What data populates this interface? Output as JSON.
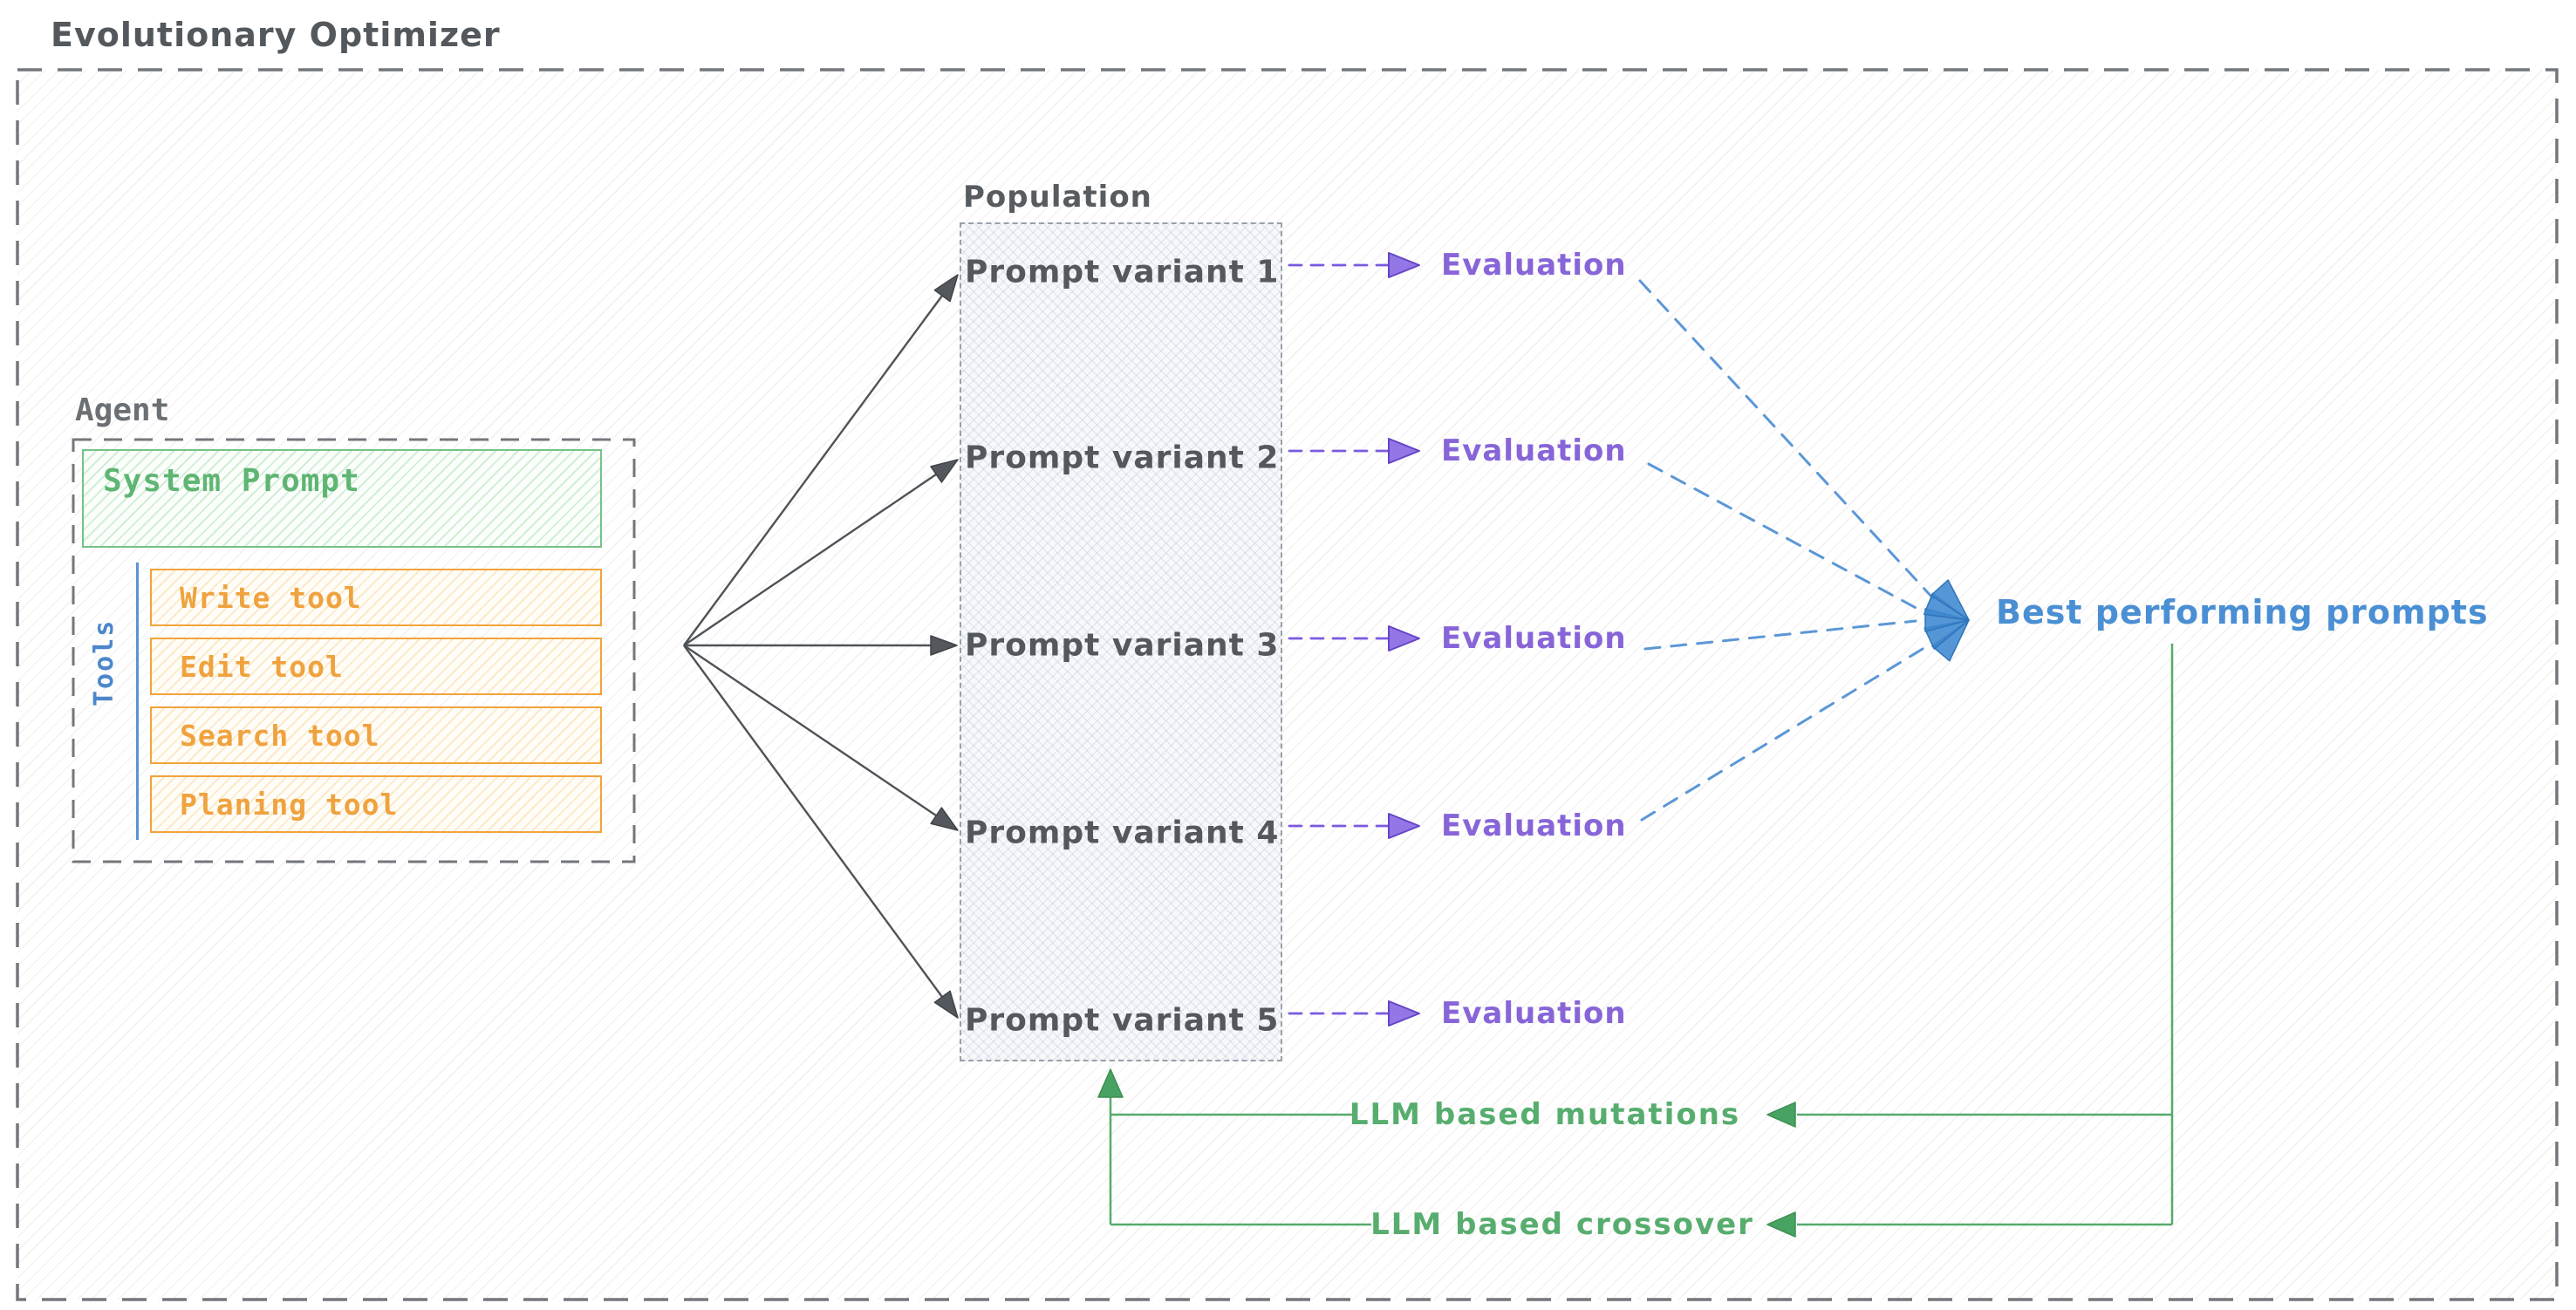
{
  "title": "Evolutionary Optimizer",
  "colors": {
    "text_gray": "#54585d",
    "label_gray": "#6b7075",
    "border_gray": "#73777c",
    "connector_gray": "#4e5358",
    "green_line": "#55ab6b",
    "green_text": "#57ad6e",
    "system_prompt_green": "#5fb573",
    "orange": "#efa23e",
    "tools_blue": "#4c87ca",
    "purple_text": "#8765d8",
    "purple_arrow": "#7b59e0",
    "blue_text": "#4a8fd3",
    "blue_dash_line": "#5b97d6"
  },
  "agent": {
    "label": "Agent",
    "system_prompt_label": "System Prompt",
    "tools_group_label": "Tools",
    "tools": [
      "Write tool",
      "Edit tool",
      "Search tool",
      "Planing tool"
    ]
  },
  "population": {
    "label": "Population",
    "variants": [
      "Prompt variant 1",
      "Prompt variant 2",
      "Prompt variant 3",
      "Prompt variant 4",
      "Prompt variant 5"
    ]
  },
  "evaluations": [
    "Evaluation",
    "Evaluation",
    "Evaluation",
    "Evaluation",
    "Evaluation"
  ],
  "selection": {
    "best_label": "Best performing prompts"
  },
  "feedback": {
    "mutations_label": "LLM based mutations",
    "crossover_label": "LLM based crossover"
  }
}
